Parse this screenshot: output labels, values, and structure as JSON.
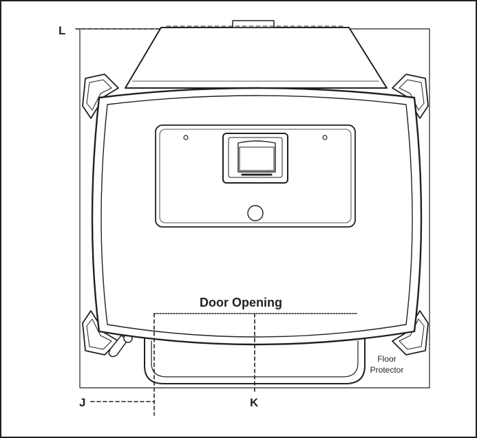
{
  "labels": {
    "L": "L",
    "J": "J",
    "K": "K",
    "door_opening": "Door Opening",
    "floor_protector_line1": "Floor",
    "floor_protector_line2": "Protector"
  },
  "colors": {
    "ink": "#231f20",
    "background": "#ffffff"
  }
}
